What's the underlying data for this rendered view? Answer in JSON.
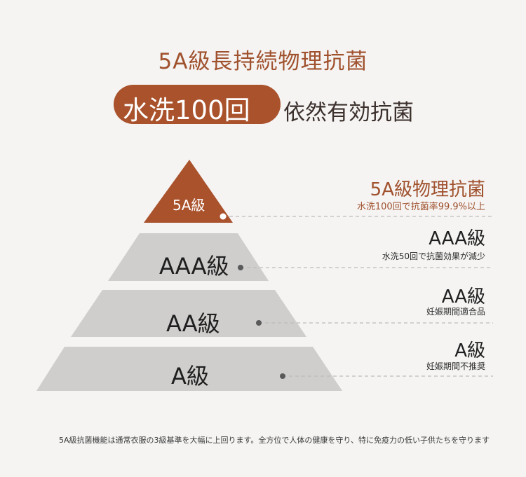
{
  "headline": "5A級長持続物理抗菌",
  "badge": "水洗100回",
  "subheadline": "依然有効抗菌",
  "tiers": [
    {
      "label": "5A級",
      "title": "5A級物理抗菌",
      "desc": "水洗100回で抗菌率99.9%以上"
    },
    {
      "label": "AAA級",
      "title": "AAA級",
      "desc": "水洗50回で抗菌効果が減少"
    },
    {
      "label": "AA級",
      "title": "AA級",
      "desc": "妊娠期間適合品"
    },
    {
      "label": "A級",
      "title": "A級",
      "desc": "妊娠期間不推奨"
    }
  ],
  "footer": "5A級抗菌機能は通常衣服の3級基準を大幅に上回ります。全方位で人体の健康を守り、特に免疫力の低い子供たちを守ります",
  "colors": {
    "accent": "#a9522c",
    "tier": "#d0cecd",
    "background": "#f5f4f3"
  }
}
